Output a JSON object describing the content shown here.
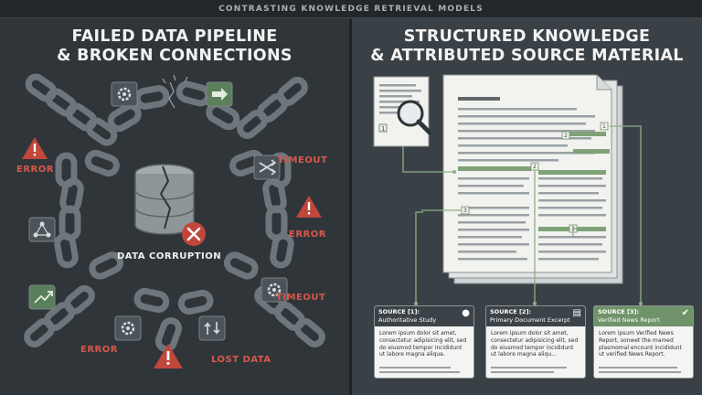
{
  "header": {
    "text": "CONTRASTING KNOWLEDGE RETRIEVAL MODELS"
  },
  "left": {
    "title_line1": "FAILED DATA PIPELINE",
    "title_line2": "& BROKEN CONNECTIONS",
    "labels": {
      "error_1": "ERROR",
      "error_2": "ERROR",
      "error_3": "ERROR",
      "timeout_1": "TIMEOUT",
      "timeout_2": "TIMEOUT",
      "lost_data": "LOST DATA",
      "data_corruption": "DATA CORRUPTION"
    },
    "colors": {
      "alert": "#c0473a",
      "chain": "#6b7378",
      "node": "#4c5459"
    }
  },
  "right": {
    "title_line1": "STRUCTURED KNOWLEDGE",
    "title_line2": "& ATTRIBUTED SOURCE MATERIAL",
    "markers": [
      "1",
      "2",
      "2",
      "3",
      "3"
    ],
    "colors": {
      "highlight": "#7fa277",
      "connector": "#8fae88",
      "paper": "#f2f2ef"
    },
    "cards": [
      {
        "title": "SOURCE [1]:",
        "subtitle": "Authoritative Study",
        "icon": "person-icon",
        "body": "Lorem ipsum dolor sit amet, consectetur adipisicing elit, sed do eiusmod tempor incididunt ut labore magna aliqua."
      },
      {
        "title": "SOURCE [2]:",
        "subtitle": "Primary Document Excerpt",
        "icon": "document-icon",
        "body": "Lorem ipsum dolor sit amet, consectetur adipisicing elit, sed do eiusmod tempor incididunt ut labore magna aliqu..."
      },
      {
        "title": "SOURCE [3]:",
        "subtitle": "Verified News Report",
        "icon": "check-icon",
        "body": "Lorem ipsum Verified News Report, sonwet the mamed plasmomal encount incididunt ut verified News Report."
      }
    ]
  }
}
